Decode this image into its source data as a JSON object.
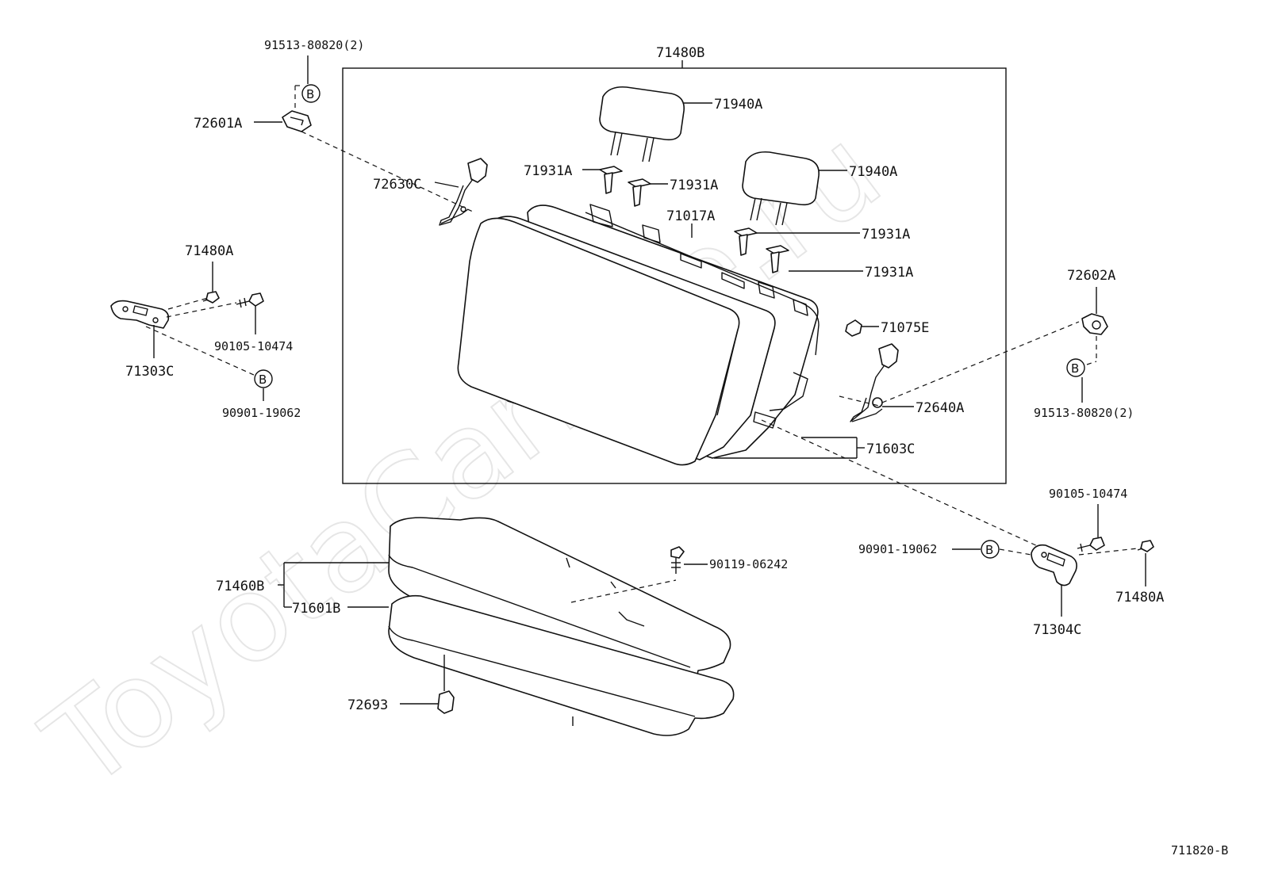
{
  "watermark": "ToyotaCarLine.ru",
  "figure_code": "711820-B",
  "circle_marker": "B",
  "labels": {
    "p71480B": "71480B",
    "p91513_top": "91513-80820(2)",
    "p72601A": "72601A",
    "p72630C": "72630C",
    "p71940A_1": "71940A",
    "p71940A_2": "71940A",
    "p71931A_1": "71931A",
    "p71931A_2": "71931A",
    "p71931A_3": "71931A",
    "p71931A_4": "71931A",
    "p71017A": "71017A",
    "p71075E": "71075E",
    "p72640A": "72640A",
    "p71603C": "71603C",
    "p71480A_left": "71480A",
    "p90105_left": "90105-10474",
    "p71303C": "71303C",
    "p90901_left": "90901-19062",
    "p72602A": "72602A",
    "p91513_right": "91513-80820(2)",
    "p90105_right": "90105-10474",
    "p90901_right": "90901-19062",
    "p71480A_right": "71480A",
    "p71304C": "71304C",
    "p71460B": "71460B",
    "p71601B": "71601B",
    "p90119": "90119-06242",
    "p72693": "72693"
  }
}
